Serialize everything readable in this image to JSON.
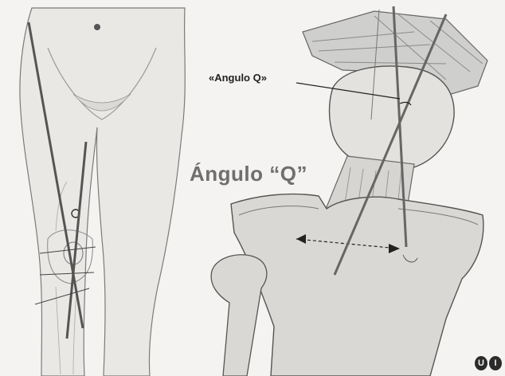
{
  "figure": {
    "label_main": "Ángulo “Q”",
    "label_small": "«Angulo Q»",
    "logo_text": "UI"
  }
}
